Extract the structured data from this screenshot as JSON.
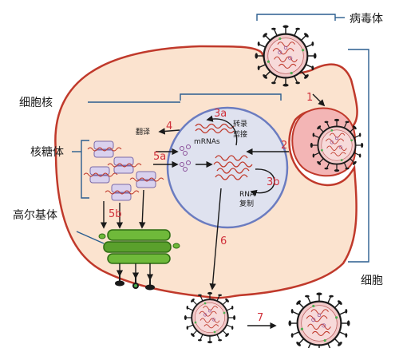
{
  "labels": {
    "virus": "病毒体",
    "nucleus": "细胞核",
    "ribosome": "核糖体",
    "golgi": "高尔基体",
    "cell": "细胞",
    "translation": "翻译",
    "transcription": "转录",
    "splicing": "剪接",
    "mrnas": "mRNAs",
    "rna": "RNA",
    "replication": "复制"
  },
  "steps": {
    "s1": "1",
    "s2": "2",
    "s3a": "3a",
    "s3b": "3b",
    "s4": "4",
    "s5a": "5a",
    "s5b": "5b",
    "s6": "6",
    "s7": "7"
  },
  "colors": {
    "cell_fill": "#fbe3cf",
    "cell_border": "#c0392b",
    "nucleus_fill": "#dfe2ef",
    "nucleus_border": "#6b7cc0",
    "bracket": "#2a5d8f",
    "step_red": "#d0303a",
    "golgi_green": "#5aa02c",
    "virion_shell": "#1a1a1a"
  }
}
